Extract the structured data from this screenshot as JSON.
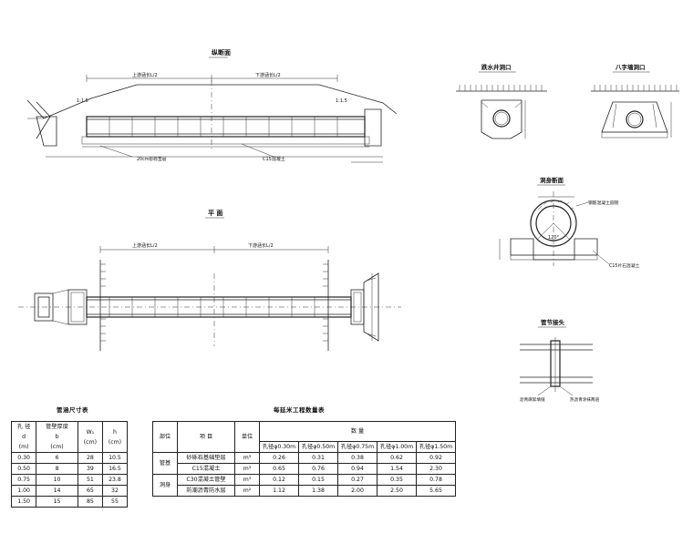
{
  "views": {
    "elevation_title": "纵断面",
    "plan_title": "平  面",
    "inlet_title": "跌水井洞口",
    "wing_title": "八字墙洞口",
    "section_title": "洞身断面",
    "joint_title": "管节接头",
    "up_label": "上游涵长L/2",
    "down_label": "下游涵长L/2",
    "elev_up_label": "上游涵长L/2",
    "elev_down_label": "下游涵长L/2",
    "slope_left": "1:1.5",
    "slope_right": "1:1.5",
    "foundation_note": "20cm砂砾垫层",
    "c15_note": "C15混凝土",
    "c15_section_note": "C15片石混凝土",
    "pipe_note": "钢筋混凝土圆管",
    "joint_note_left": "沥青麻絮填缝",
    "joint_note_right": "热沥青涂抹两道",
    "angle": "120°"
  },
  "size_table": {
    "title": "管涵尺寸表",
    "headers": [
      "孔  径\nd\n(m)",
      "管壁厚度\nb\n(cm)",
      "W₁\n(cm)",
      "h\n(cm)"
    ],
    "rows": [
      [
        "0.30",
        "6",
        "28",
        "10.5"
      ],
      [
        "0.50",
        "8",
        "39",
        "16.5"
      ],
      [
        "0.75",
        "10",
        "51",
        "23.8"
      ],
      [
        "1.00",
        "14",
        "65",
        "32"
      ],
      [
        "1.50",
        "15",
        "85",
        "55"
      ]
    ]
  },
  "qty_table": {
    "title": "每延米工程数量表",
    "col_part": "部位",
    "col_item": "项    目",
    "col_unit": "单位",
    "col_qty": "数        量",
    "sizes": [
      "孔径φ0.30m",
      "孔径φ0.50m",
      "孔径φ0.75m",
      "孔径φ1.00m",
      "孔径φ1.50m"
    ],
    "groups": [
      {
        "part": "管基",
        "rows": [
          {
            "item": "砂砾石基础垫层",
            "unit": "m³",
            "values": [
              "0.26",
              "0.31",
              "0.38",
              "0.62",
              "0.92"
            ]
          },
          {
            "item": "C15混凝土",
            "unit": "m³",
            "values": [
              "0.65",
              "0.76",
              "0.94",
              "1.54",
              "2.30"
            ]
          }
        ]
      },
      {
        "part": "洞身",
        "rows": [
          {
            "item": "C30混凝土管壁",
            "unit": "m³",
            "values": [
              "0.12",
              "0.15",
              "0.27",
              "0.35",
              "0.78"
            ]
          },
          {
            "item": "防潮沥青防水层",
            "unit": "m²",
            "values": [
              "1.12",
              "1.38",
              "2.00",
              "2.50",
              "5.65"
            ]
          }
        ]
      }
    ]
  }
}
